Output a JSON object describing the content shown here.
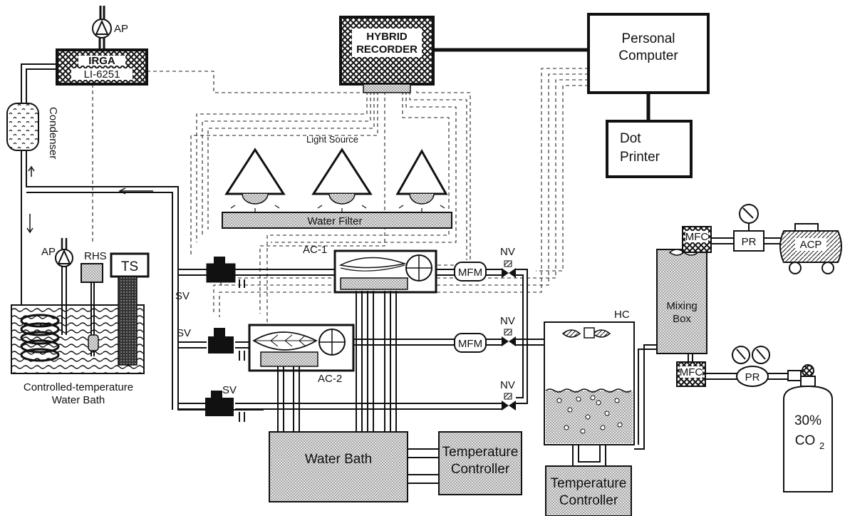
{
  "labels": {
    "ap_top": "AP",
    "irga_title": "IRGA",
    "irga_model": "LI-6251",
    "hybrid_1": "HYBRID",
    "hybrid_2": "RECORDER",
    "pc_1": "Personal",
    "pc_2": "Computer",
    "printer_1": "Dot",
    "printer_2": "Printer",
    "condenser": "Condenser",
    "light_source": "Light Source",
    "water_filter": "Water Filter",
    "ac1": "AC-1",
    "ac2": "AC-2",
    "mfm1": "MFM",
    "mfm2": "MFM",
    "nv1": "NV",
    "nv2": "NV",
    "nv3": "NV",
    "sv1": "SV",
    "sv2": "SV",
    "sv3": "SV",
    "ap_bath": "AP",
    "rhs": "RHS",
    "ts": "TS",
    "bath_left_1": "Controlled-temperature",
    "bath_left_2": "Water Bath",
    "water_bath": "Water Bath",
    "tc1_1": "Temperature",
    "tc1_2": "Controller",
    "hc": "HC",
    "tc2_1": "Temperature",
    "tc2_2": "Controller",
    "mixing_1": "Mixing",
    "mixing_2": "Box",
    "mfc1": "MFC",
    "mfc2": "MFC",
    "pr1": "PR",
    "pr2": "PR",
    "acp": "ACP",
    "co2_pct": "30%",
    "co2_name": "CO",
    "co2_sub": "2"
  }
}
